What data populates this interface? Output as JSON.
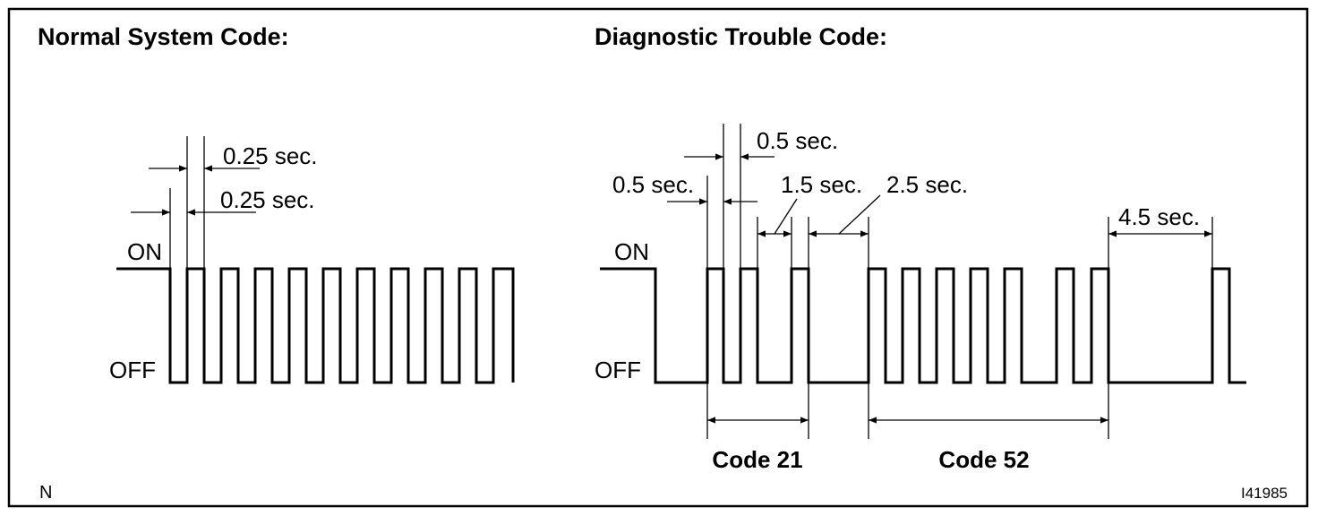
{
  "left_panel": {
    "title": "Normal System Code:",
    "on_label": "ON",
    "off_label": "OFF",
    "dim_top": "0.25 sec.",
    "dim_bottom": "0.25 sec."
  },
  "right_panel": {
    "title": "Diagnostic Trouble Code:",
    "on_label": "ON",
    "off_label": "OFF",
    "dim_top": "0.5 sec.",
    "dim_left": "0.5 sec.",
    "dim_gap_short": "1.5 sec.",
    "dim_gap_long": "2.5 sec.",
    "dim_repeat": "4.5 sec.",
    "code_a": "Code 21",
    "code_b": "Code 52"
  },
  "footer": {
    "corner_mark": "N",
    "figure_id": "I41985"
  }
}
